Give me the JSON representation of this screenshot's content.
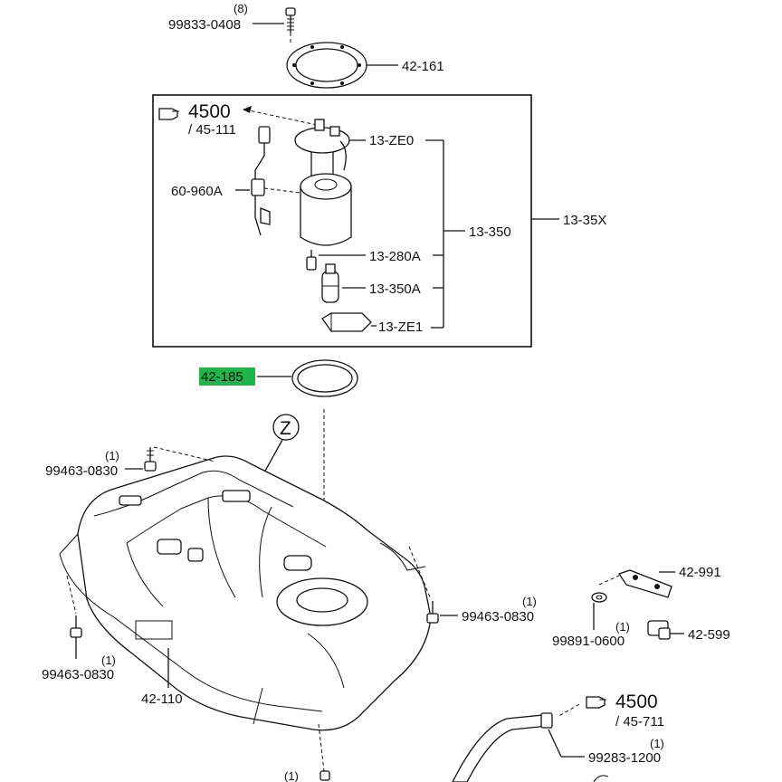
{
  "labels": {
    "bolt_top_qty": "(8)",
    "bolt_top": "99833-0408",
    "gasket_top": "42-161",
    "ref_top_num": "4500",
    "ref_top_sub": "/ 45-111",
    "pump_ze0": "13-ZE0",
    "sender": "60-960A",
    "pump_350": "13-350",
    "pump_35x": "13-35X",
    "pump_280a": "13-280A",
    "pump_350a": "13-350A",
    "pump_ze1": "13-ZE1",
    "gasket_highlight": "42-185",
    "view_z": "Z",
    "bolt_left_top_qty": "(1)",
    "bolt_left_top": "99463-0830",
    "bolt_right_qty": "(1)",
    "bolt_right": "99463-0830",
    "bolt_left_bottom_qty": "(1)",
    "bolt_left_bottom": "99463-0830",
    "tank": "42-110",
    "bracket": "42-991",
    "clip": "42-599",
    "nut_qty": "(1)",
    "nut": "99891-0600",
    "ref_bottom_num": "4500",
    "ref_bottom_sub": "/ 45-711",
    "clamp_qty": "(1)",
    "clamp": "99283-1200",
    "bottom_qty": "(1)"
  },
  "colors": {
    "highlight": "#22b34a",
    "line": "#111111"
  },
  "icons": [
    "pointing-hand-icon"
  ]
}
